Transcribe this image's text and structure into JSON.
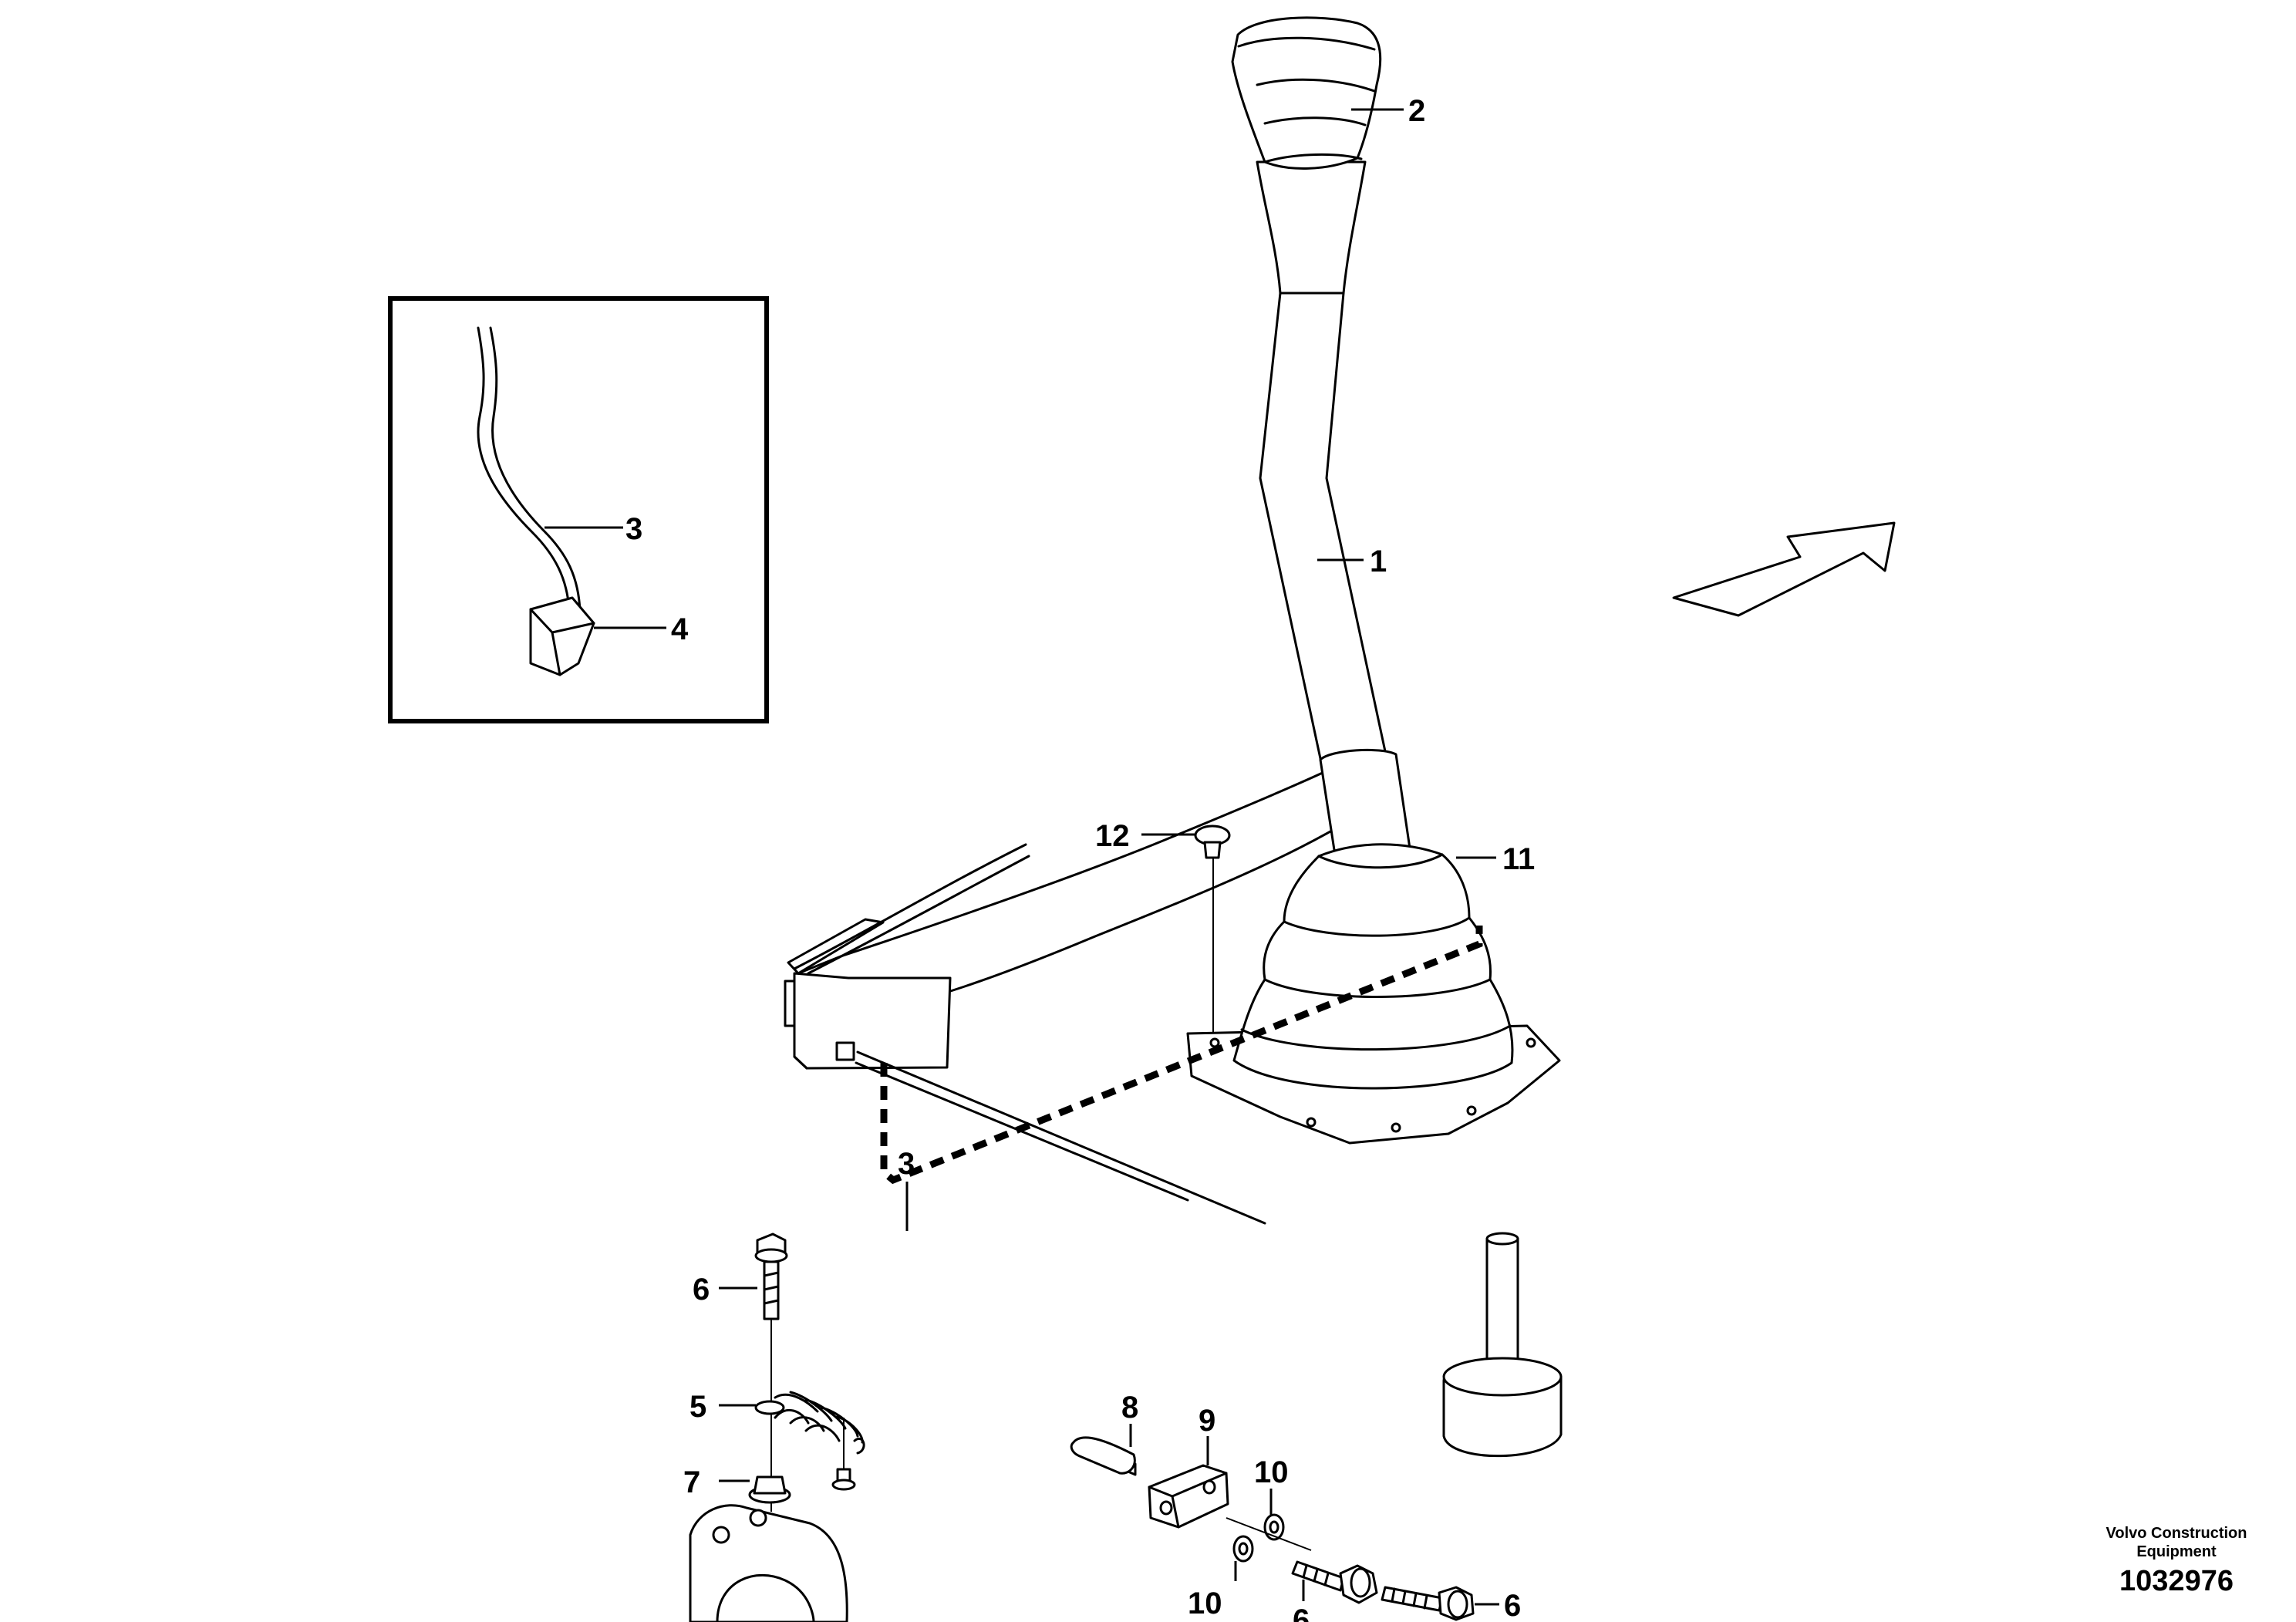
{
  "diagram": {
    "callouts": [
      {
        "id": "c1",
        "text": "1"
      },
      {
        "id": "c2",
        "text": "2"
      },
      {
        "id": "c3-detail",
        "text": "3"
      },
      {
        "id": "c4",
        "text": "4"
      },
      {
        "id": "c3-main",
        "text": "3"
      },
      {
        "id": "c5",
        "text": "5"
      },
      {
        "id": "c6-top",
        "text": "6"
      },
      {
        "id": "c6-bottom-mid",
        "text": "6"
      },
      {
        "id": "c6-bottom-right",
        "text": "6"
      },
      {
        "id": "c7",
        "text": "7"
      },
      {
        "id": "c8",
        "text": "8"
      },
      {
        "id": "c9",
        "text": "9"
      },
      {
        "id": "c10-top",
        "text": "10"
      },
      {
        "id": "c10-bottom",
        "text": "10"
      },
      {
        "id": "c11",
        "text": "11"
      },
      {
        "id": "c12",
        "text": "12"
      }
    ],
    "footer": {
      "brand_line1": "Volvo Construction",
      "brand_line2": "Equipment",
      "doc_number": "1032976"
    },
    "icons": [
      "direction-arrow-icon"
    ]
  }
}
